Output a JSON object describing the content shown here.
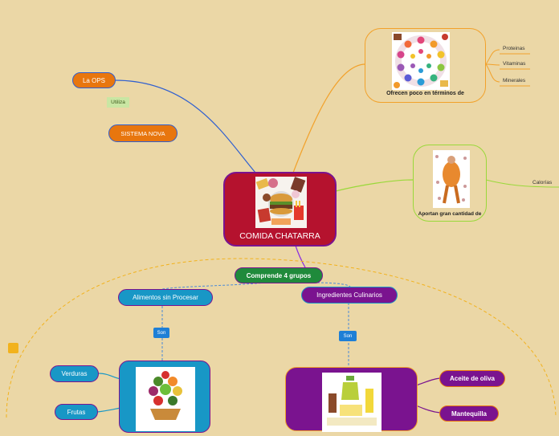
{
  "central": {
    "title": "COMIDA CHATARRA"
  },
  "ops": {
    "label": "La OPS",
    "connector": "Utiliza",
    "target": "SISTEMA NOVA"
  },
  "top_right": {
    "caption": "Ofrecen poco en términos de",
    "items": [
      "Proteinas",
      "Vitaminas",
      "Minerales"
    ]
  },
  "right": {
    "caption": "Aportan gran cantidad de",
    "items": [
      "Calorías"
    ]
  },
  "groups": {
    "label": "Comprende 4 grupos",
    "left": {
      "label": "Alimentos sin Procesar",
      "connector": "Son",
      "items": [
        "Verduras",
        "Frutas"
      ]
    },
    "right": {
      "label": "Ingredientes Culinarios",
      "connector": "Son",
      "items": [
        "Aceite de oliva",
        "Mantequilla"
      ]
    }
  },
  "colors": {
    "background": "#ebd7a6",
    "central": "#b5122e",
    "orange": "#e8760e",
    "green": "#1f8a3b",
    "blue": "#1897c6",
    "purple": "#7a138f"
  }
}
